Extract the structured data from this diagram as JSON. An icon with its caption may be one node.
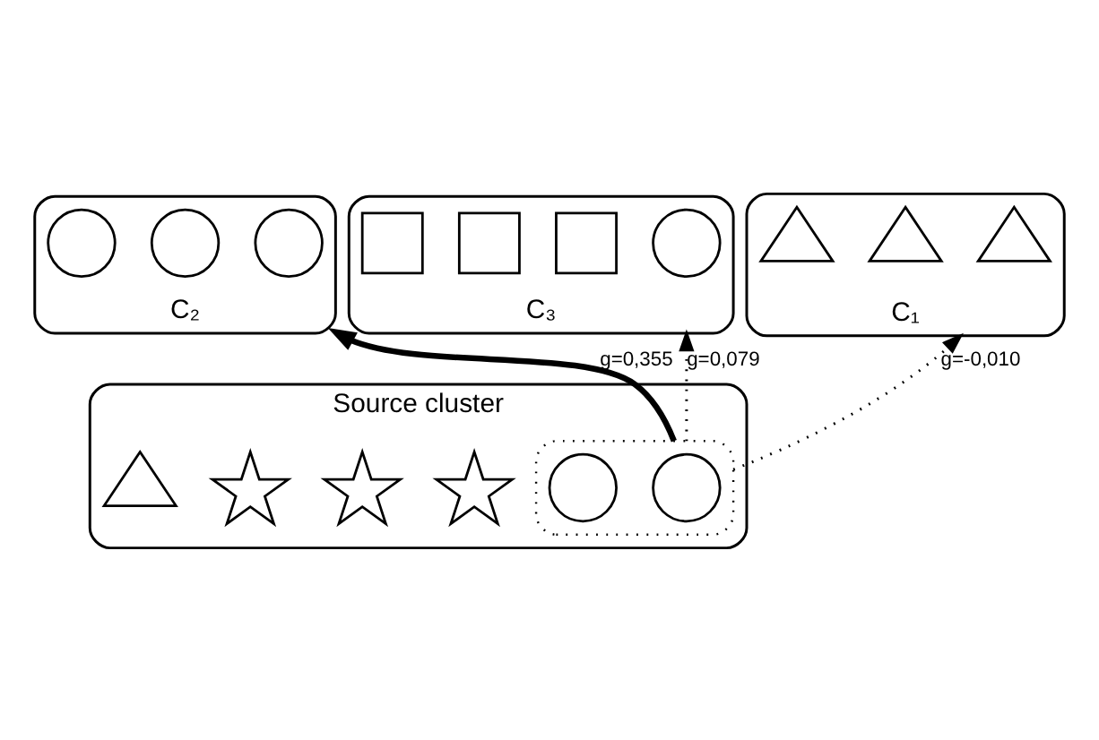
{
  "diagram": {
    "nodes": [
      {
        "text": [
          "C₂"
        ]
      },
      {
        "text": [],
        "shape": "circle",
        "in": 0
      },
      {
        "text": [],
        "shape": "circle",
        "in": 0
      },
      {
        "text": [],
        "shape": "circle",
        "in": 0
      },
      {
        "text": [
          "C₃"
        ]
      },
      {
        "text": [],
        "shape": "circle",
        "in": 4
      },
      {
        "text": [],
        "shape": "box",
        "in": 4
      },
      {
        "text": [],
        "shape": "box",
        "in": 4
      },
      {
        "text": [],
        "shape": "box",
        "in": 4
      },
      {
        "text": [
          "C₁"
        ]
      },
      {
        "text": [],
        "shape": "triangle",
        "in": 9
      },
      {
        "text": [],
        "shape": "triangle",
        "in": 9
      },
      {
        "text": [],
        "shape": "triangle",
        "in": 9
      },
      {
        "text": [
          "Source cluster"
        ]
      },
      {
        "text": [],
        "shape": "box",
        "in": 13
      },
      {
        "text": [],
        "shape": "circle",
        "in": 14
      },
      {
        "text": [],
        "shape": "circle",
        "in": 14
      },
      {
        "text": [],
        "shape": "star",
        "in": 13
      },
      {
        "text": [],
        "shape": "star",
        "in": 13
      },
      {
        "text": [],
        "shape": "star",
        "in": 13
      },
      {
        "text": [],
        "shape": "triangle",
        "in": 13
      }
    ],
    "edges": [
      {
        "from": 14,
        "to": 0,
        "arrow": "to",
        "label": "g=0,355",
        "style": "thick"
      },
      {
        "from": 14,
        "to": 4,
        "arrow": "to",
        "label": "g=0,079",
        "style": "dashed"
      },
      {
        "from": 14,
        "to": 9,
        "arrow": "to",
        "label": "g=-0,010",
        "style": "dashed"
      }
    ]
  }
}
